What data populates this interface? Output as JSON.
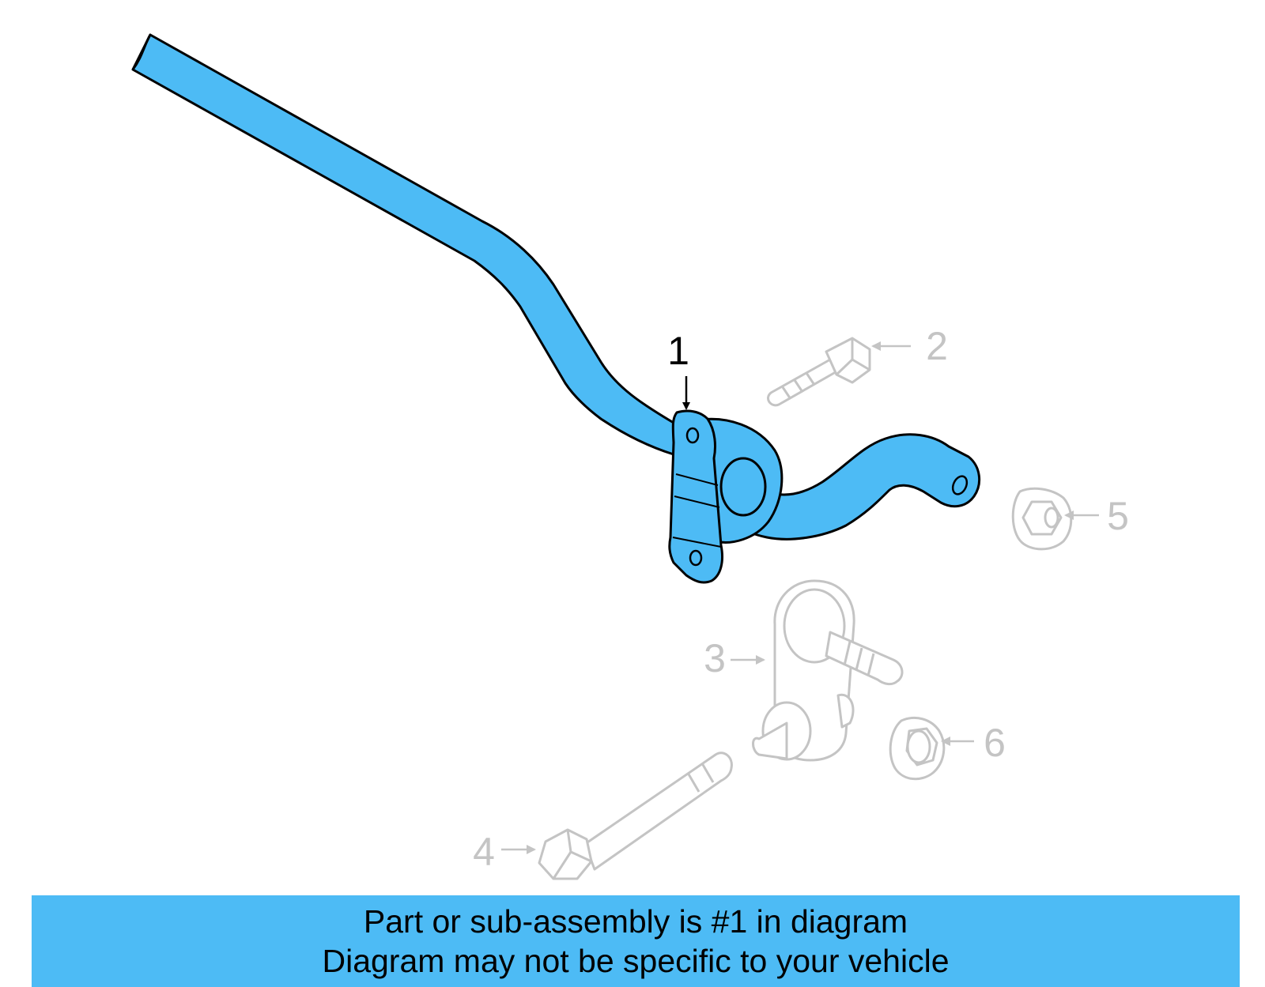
{
  "colors": {
    "highlight": "#4dbbf5",
    "outline": "#000000",
    "ghost": "#c4c4c4",
    "banner": "#4dbbf5"
  },
  "callouts": {
    "part_1": "1",
    "part_2": "2",
    "part_3": "3",
    "part_4": "4",
    "part_5": "5",
    "part_6": "6"
  },
  "banner": {
    "line1": "Part or sub-assembly is #1 in diagram",
    "line2": "Diagram may not be specific to your vehicle"
  }
}
